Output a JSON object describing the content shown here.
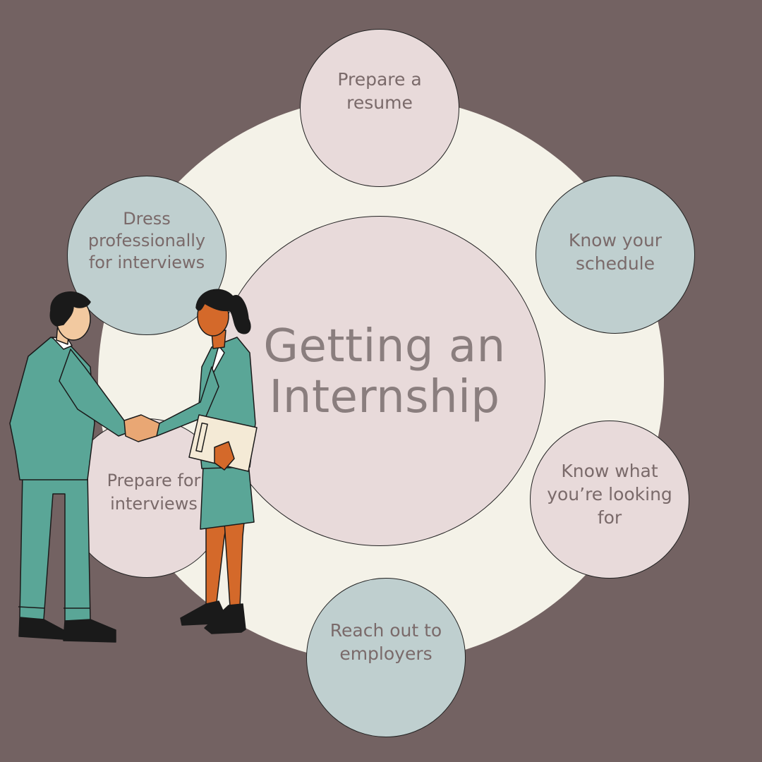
{
  "title": {
    "line1": "Getting an",
    "line2": "Internship"
  },
  "steps": [
    "Prepare a\nresume",
    "Know your\nschedule",
    "Know what\nyou’re looking\nfor",
    "Reach out to\nemployers",
    "Prepare for\ninterviews",
    "Dress\nprofessionally\nfor interviews"
  ],
  "colors": {
    "background": "#736262",
    "ring": "#f4f2e8",
    "pink_node": "#e8dada",
    "blue_node": "#bfcfcf",
    "text": "#8a7e7e",
    "suit": "#5aa697",
    "skin_woman": "#d4692a"
  },
  "illustration": "business-handshake"
}
